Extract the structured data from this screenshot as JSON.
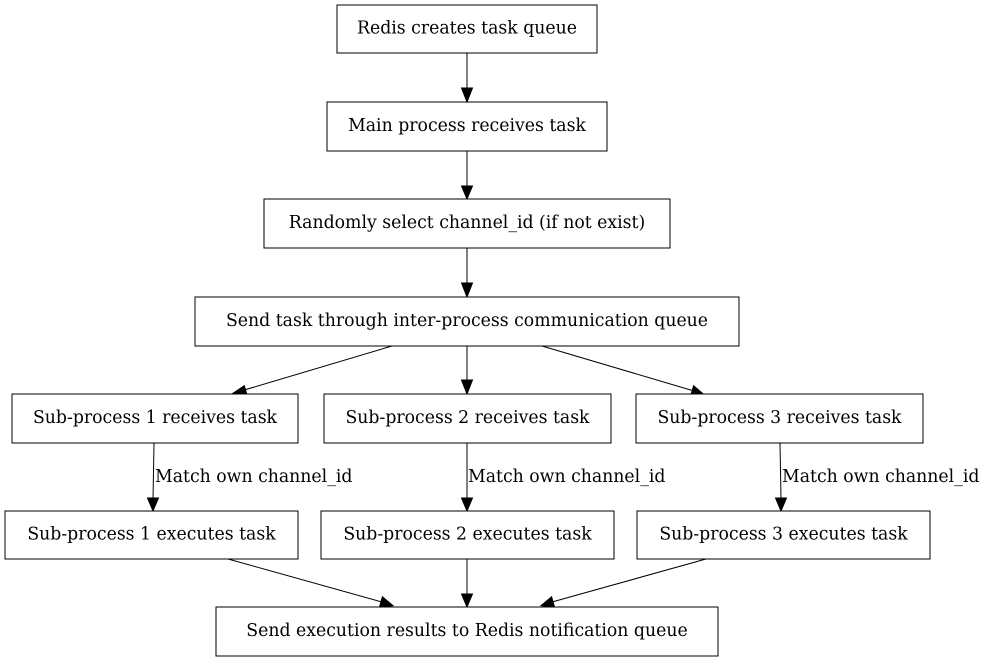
{
  "nodes": {
    "redis_queue": "Redis creates task queue",
    "main_receives": "Main process receives task",
    "select_channel": "Randomly select channel_id (if not exist)",
    "send_ipc": "Send task through inter-process communication queue",
    "sub1_receives": "Sub-process 1 receives task",
    "sub2_receives": "Sub-process 2 receives task",
    "sub3_receives": "Sub-process 3 receives task",
    "sub1_executes": "Sub-process 1 executes task",
    "sub2_executes": "Sub-process 2 executes task",
    "sub3_executes": "Sub-process 3 executes task",
    "send_results": "Send execution results to Redis notification queue"
  },
  "edges": {
    "match_label_1": "Match own channel_id",
    "match_label_2": "Match own channel_id",
    "match_label_3": "Match own channel_id"
  }
}
